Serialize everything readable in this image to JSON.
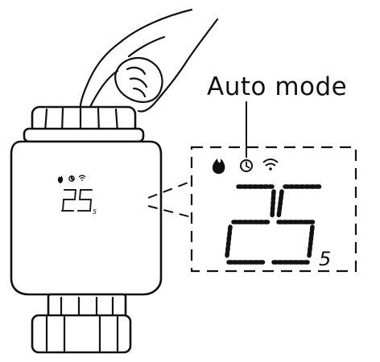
{
  "callout": {
    "label": "Auto mode"
  },
  "device_display": {
    "temperature_main": "25",
    "temperature_decimal": "5"
  },
  "zoom_display": {
    "temperature_main": "25",
    "temperature_decimal": "5"
  },
  "icons": [
    "flame-icon",
    "clock-icon",
    "wifi-icon"
  ],
  "colors": {
    "ink": "#111111",
    "background": "#ffffff"
  }
}
